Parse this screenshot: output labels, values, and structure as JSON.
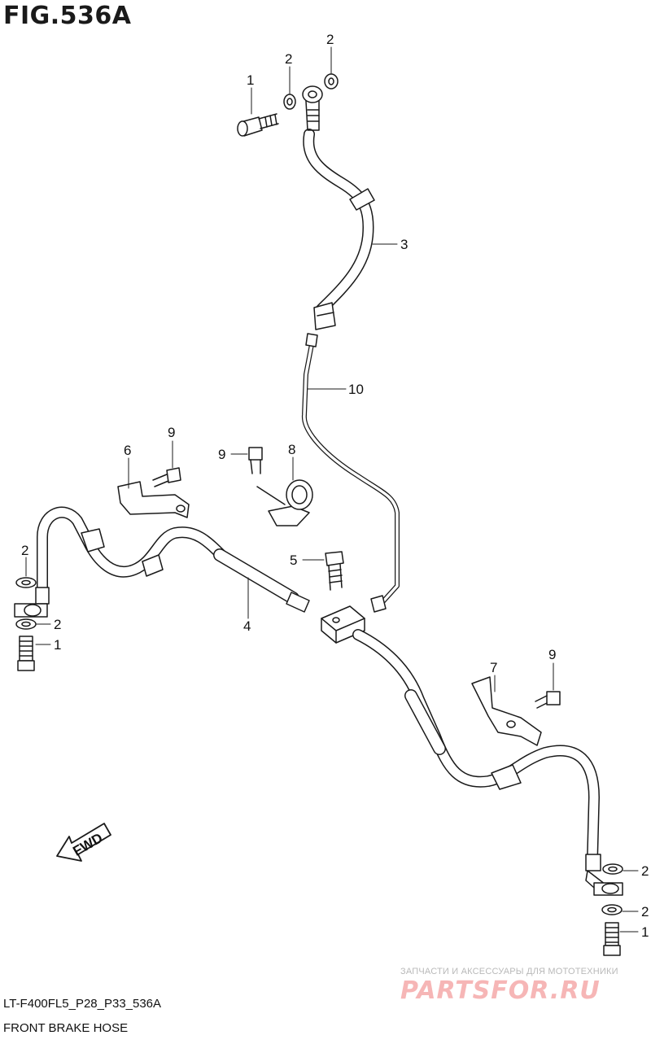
{
  "figure": {
    "title": "FIG.536A",
    "code": "LT-F400FL5_P28_P33_536A",
    "caption": "FRONT BRAKE HOSE"
  },
  "callouts": {
    "c1_top": "1",
    "c2_top_a": "2",
    "c2_top_b": "2",
    "c3": "3",
    "c10": "10",
    "c9_a": "9",
    "c6": "6",
    "c9_b": "9",
    "c8": "8",
    "c5": "5",
    "c4": "4",
    "c2_left_a": "2",
    "c2_left_b": "2",
    "c1_left": "1",
    "c7": "7",
    "c9_c": "9",
    "c2_right_a": "2",
    "c2_right_b": "2",
    "c1_right": "1"
  },
  "fwd_arrow": {
    "label": "FWD"
  },
  "watermark": {
    "tagline": "ЗАПЧАСТИ И АКСЕССУАРЫ ДЛЯ МОТОТЕХНИКИ",
    "brand": "PARTSFOR.RU"
  },
  "colors": {
    "line": "#1a1a1a",
    "background": "#ffffff",
    "watermark_brand": "#f6b6b6",
    "watermark_tagline": "#b9b9b9"
  }
}
